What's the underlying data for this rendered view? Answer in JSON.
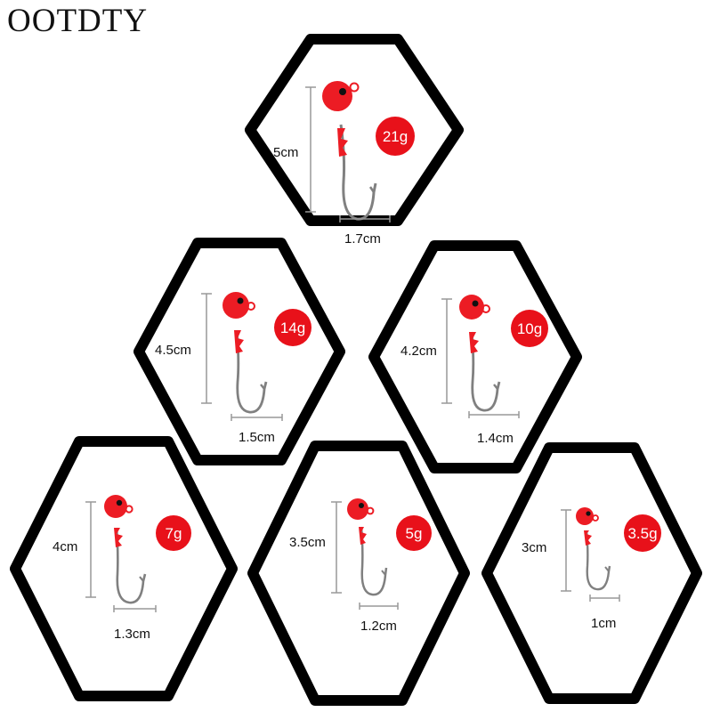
{
  "brand": "OOTDTY",
  "colors": {
    "frame": "#000000",
    "lure": "#ec1c24",
    "badge": "#e8111a",
    "hook": "#8a8a8a",
    "dimension_line": "#999999"
  },
  "lures": [
    {
      "weight": "21g",
      "length": "5cm",
      "width": "1.7cm"
    },
    {
      "weight": "14g",
      "length": "4.5cm",
      "width": "1.5cm"
    },
    {
      "weight": "10g",
      "length": "4.2cm",
      "width": "1.4cm"
    },
    {
      "weight": "7g",
      "length": "4cm",
      "width": "1.3cm"
    },
    {
      "weight": "5g",
      "length": "3.5cm",
      "width": "1.2cm"
    },
    {
      "weight": "3.5g",
      "length": "3cm",
      "width": "1cm"
    }
  ]
}
